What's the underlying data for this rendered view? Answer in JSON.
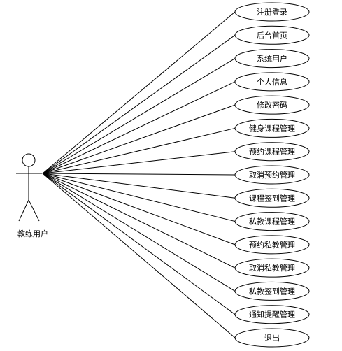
{
  "actor": {
    "label": "教练用户"
  },
  "use_cases": [
    {
      "label": "注册登录"
    },
    {
      "label": "后台首页"
    },
    {
      "label": "系统用户"
    },
    {
      "label": "个人信息"
    },
    {
      "label": "修改密码"
    },
    {
      "label": "健身课程管理"
    },
    {
      "label": "预约课程管理"
    },
    {
      "label": "取消预约管理"
    },
    {
      "label": "课程签到管理"
    },
    {
      "label": "私教课程管理"
    },
    {
      "label": "预约私教管理"
    },
    {
      "label": "取消私教管理"
    },
    {
      "label": "私教签到管理"
    },
    {
      "label": "通知提醒管理"
    },
    {
      "label": "退出"
    }
  ]
}
